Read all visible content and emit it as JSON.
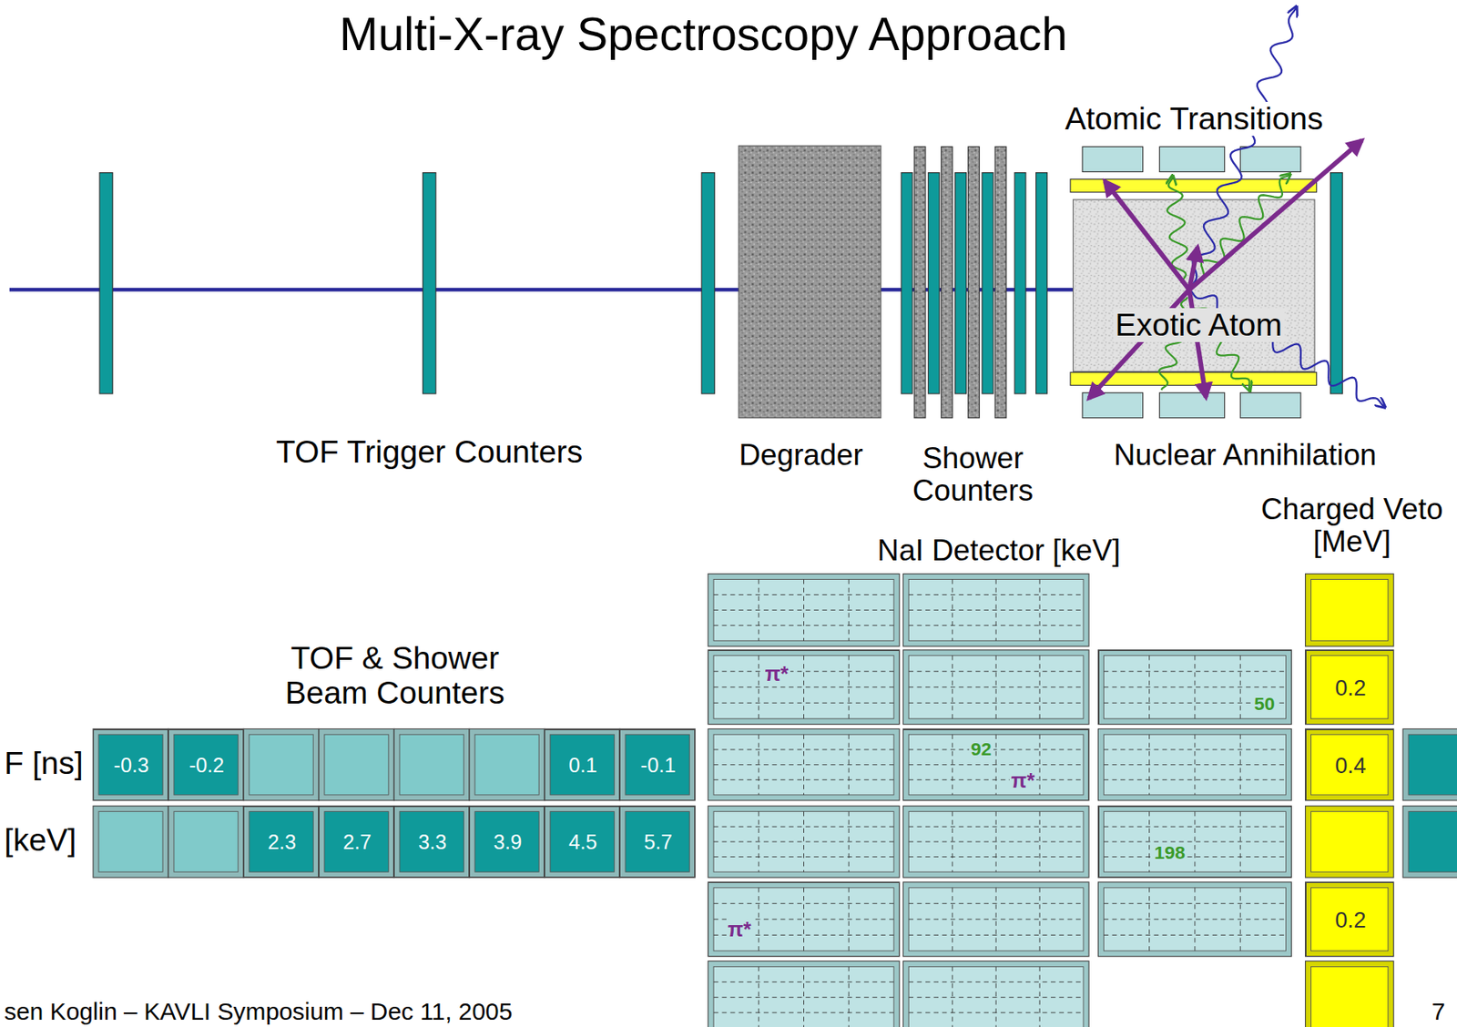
{
  "diagram": {
    "title": "Multi-X-ray Spectroscopy Approach",
    "nodes": [
      {
        "text": [
          "π*"
        ]
      },
      {
        "text": [
          "50"
        ]
      },
      {
        "text": [
          "0.2"
        ]
      },
      {
        "text": [
          "-0.3"
        ]
      },
      {
        "text": [
          "-0.2"
        ]
      },
      {
        "text": [
          "0.1"
        ]
      },
      {
        "text": [
          "-0.1"
        ]
      },
      {
        "text": [
          "92",
          "π*"
        ]
      },
      {
        "text": [
          "0.4"
        ]
      },
      {
        "text": [
          "2.3"
        ]
      },
      {
        "text": [
          "2.7"
        ]
      },
      {
        "text": [
          "3.3"
        ]
      },
      {
        "text": [
          "3.9"
        ]
      },
      {
        "text": [
          "4.5"
        ]
      },
      {
        "text": [
          "5.7"
        ]
      },
      {
        "text": [
          "198"
        ]
      },
      {
        "text": [
          "π*"
        ]
      },
      {
        "text": [
          "0.2"
        ]
      }
    ],
    "labels": [
      "Atomic Transitions",
      "Exotic Atom",
      "TOF Trigger Counters",
      "Degrader",
      "Shower Counters",
      "Nuclear Annihilation",
      "NaI Detector [keV]",
      "Charged Veto [MeV]",
      "TOF & Shower Beam Counters",
      "F [ns]",
      "[keV]",
      "sen Koglin – KAVLI Symposium – Dec 11, 2005",
      "7"
    ]
  }
}
